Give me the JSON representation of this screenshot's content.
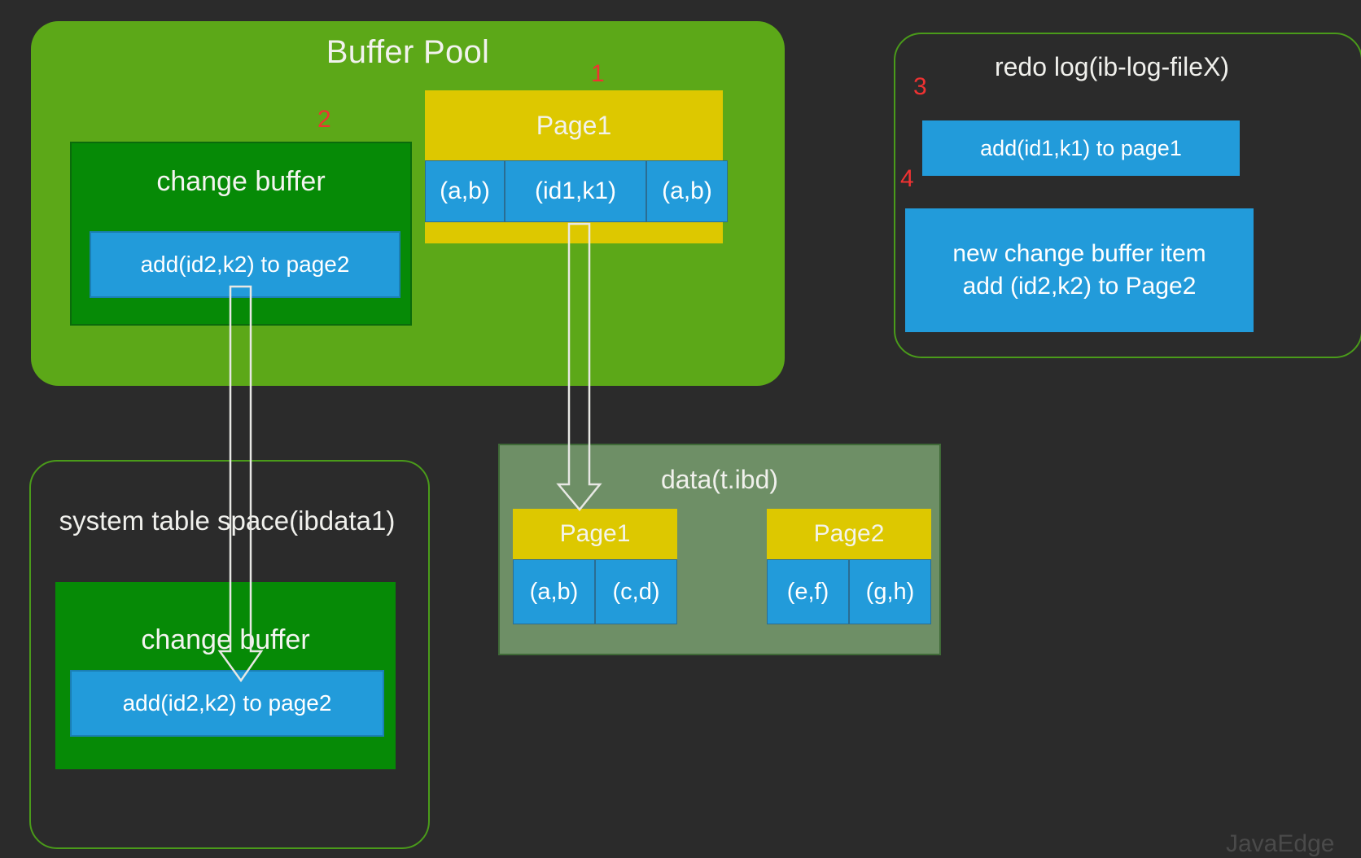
{
  "background_color": "#2b2b2b",
  "palette": {
    "buffer_pool_green": "#5ca818",
    "change_buffer_green": "#068a06",
    "blue_item": "#229bda",
    "page_yellow": "#ddc800",
    "data_file_sage": "#6e8f66",
    "step_number_red": "#f03232",
    "outline_green": "#4a9b1a",
    "text_white": "#f2f2ee"
  },
  "buffer_pool": {
    "title": "Buffer Pool",
    "step_number_page": "1",
    "step_number_change_buffer": "2",
    "change_buffer": {
      "title": "change buffer",
      "item": "add(id2,k2) to page2"
    },
    "page": {
      "name": "Page1",
      "cells": [
        "(a,b)",
        "(id1,k1)",
        "(a,b)"
      ]
    }
  },
  "redo_log": {
    "title": "redo log(ib-log-fileX)",
    "step_number_entry1": "3",
    "step_number_entry2": "4",
    "entries": [
      {
        "line1": "add(id1,k1) to page1",
        "line2": ""
      },
      {
        "line1": "new change buffer item",
        "line2": "add (id2,k2) to Page2"
      }
    ]
  },
  "system_table_space": {
    "title": "system table space(ibdata1)",
    "change_buffer": {
      "title": "change buffer",
      "item": "add(id2,k2) to page2"
    }
  },
  "data_file": {
    "title": "data(t.ibd)",
    "pages": [
      {
        "name": "Page1",
        "cells": [
          "(a,b)",
          "(c,d)"
        ]
      },
      {
        "name": "Page2",
        "cells": [
          "(e,f)",
          "(g,h)"
        ]
      }
    ]
  },
  "watermark": {
    "text": "JavaEdge"
  }
}
